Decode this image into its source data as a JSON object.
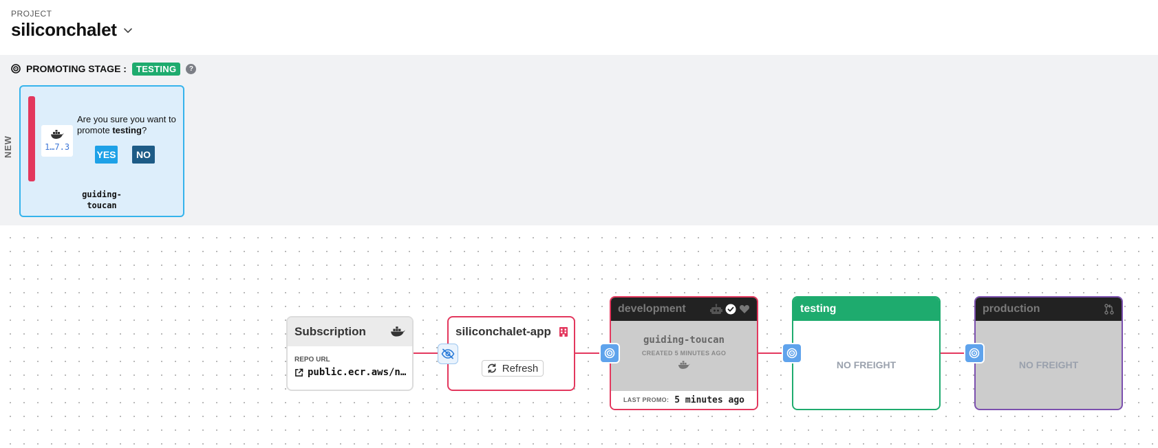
{
  "header": {
    "project_label": "PROJECT",
    "project_name": "siliconchalet"
  },
  "promotion": {
    "title": "PROMOTING STAGE :",
    "stage": "TESTING",
    "help": "?",
    "new_label": "NEW",
    "freight": {
      "version": "1…7.3",
      "confirm_prefix": "Are you sure you want to promote ",
      "confirm_stage": "testing",
      "confirm_suffix": "?",
      "yes_label": "YES",
      "no_label": "NO",
      "name_line1": "guiding-",
      "name_line2": "toucan"
    }
  },
  "graph": {
    "subscription": {
      "title": "Subscription",
      "repo_label": "REPO URL",
      "repo_url": "public.ecr.aws/n…"
    },
    "warehouse": {
      "title": "siliconchalet-app",
      "refresh_label": "Refresh"
    },
    "stages": {
      "development": {
        "name": "development",
        "freight_name": "guiding-toucan",
        "created": "CREATED 5 MINUTES AGO",
        "last_promo_label": "LAST PROMO:",
        "last_promo_value": "5 minutes ago"
      },
      "testing": {
        "name": "testing",
        "empty": "NO FREIGHT"
      },
      "production": {
        "name": "production",
        "empty": "NO FREIGHT"
      }
    }
  },
  "colors": {
    "accent_red": "#e3375d",
    "green": "#1eab6e",
    "blue": "#1ea1e7",
    "purple": "#7b4fae"
  }
}
